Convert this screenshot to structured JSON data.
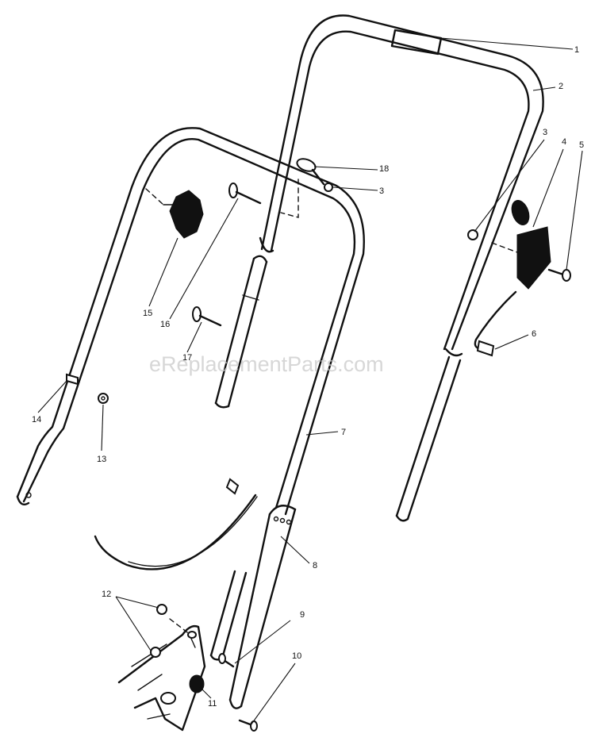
{
  "watermark": "eReplacementParts.com",
  "callouts": {
    "c1": "1",
    "c2": "2",
    "c3a": "3",
    "c3b": "3",
    "c4": "4",
    "c5": "5",
    "c6": "6",
    "c7": "7",
    "c8": "8",
    "c9": "9",
    "c10": "10",
    "c11": "11",
    "c12": "12",
    "c13": "13",
    "c14": "14",
    "c15": "15",
    "c16": "16",
    "c17": "17",
    "c18": "18"
  }
}
